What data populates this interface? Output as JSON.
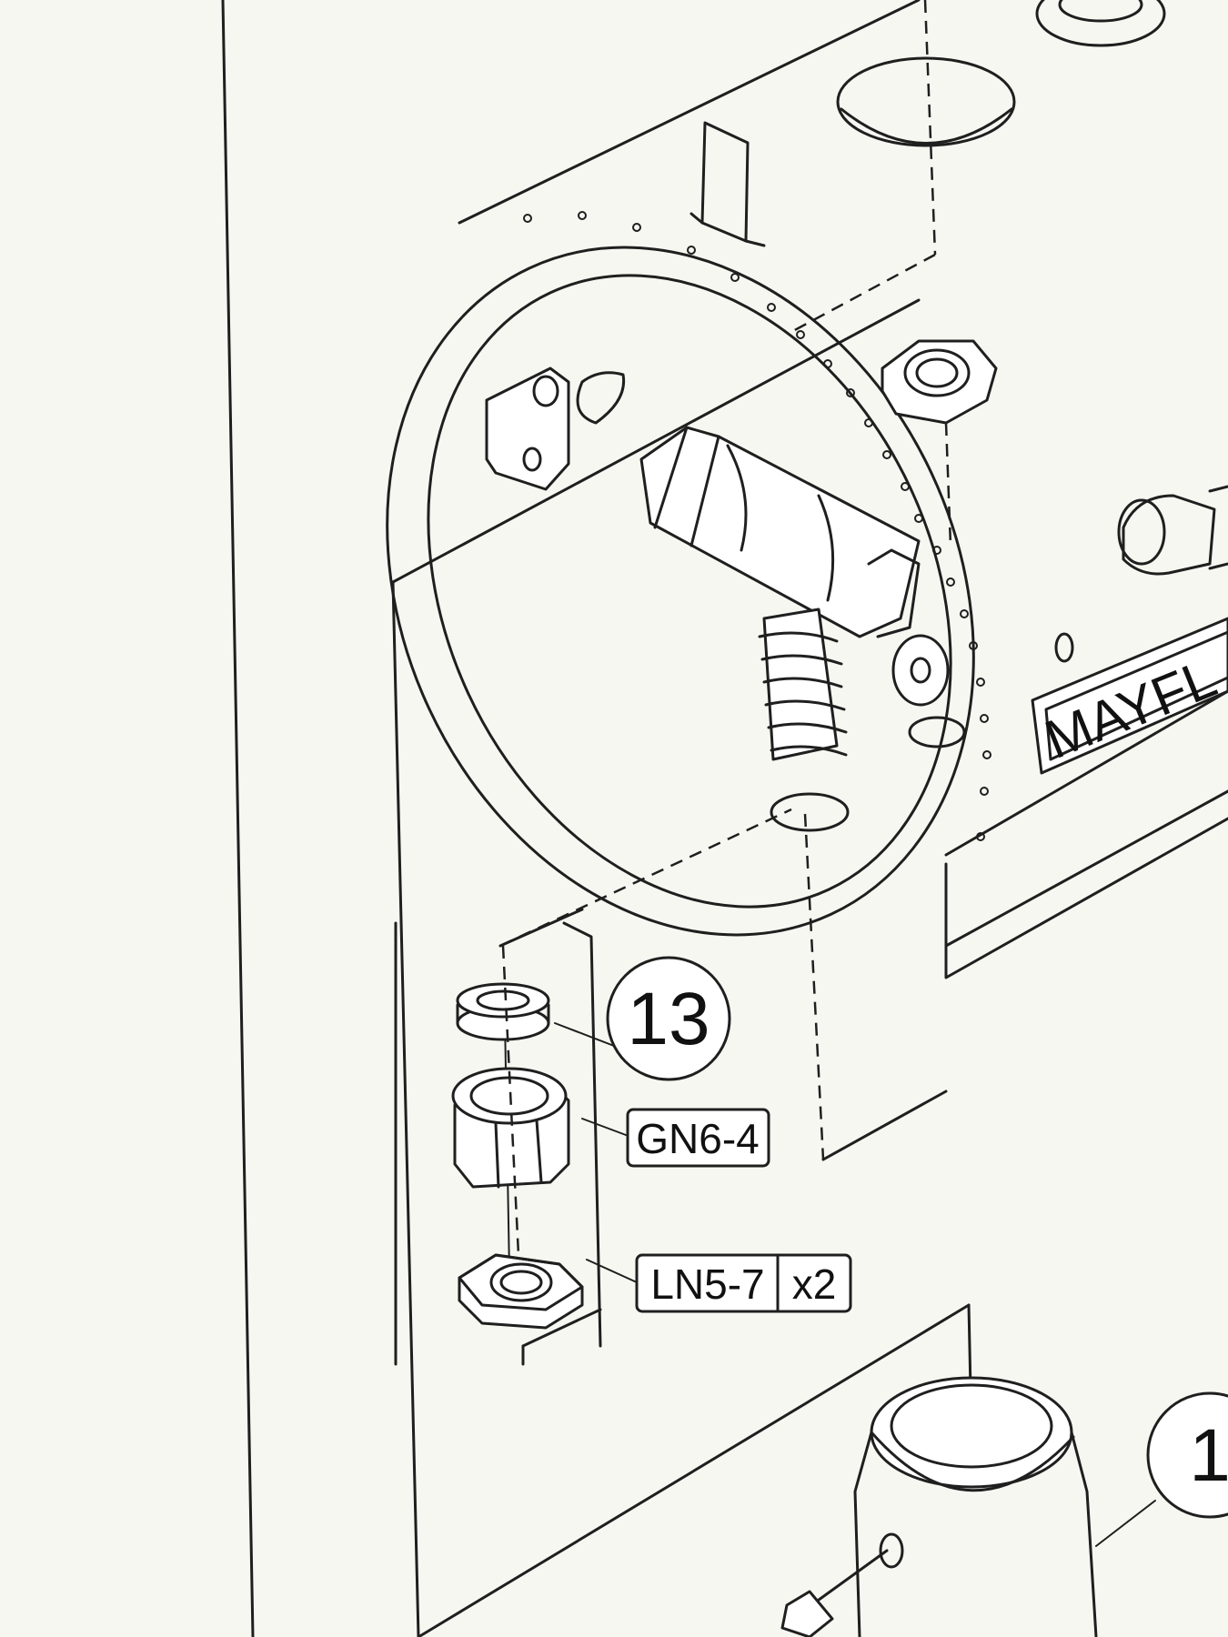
{
  "diagram": {
    "callouts": [
      {
        "id": "item-13",
        "text": "13"
      },
      {
        "id": "item-cut",
        "text": "1"
      }
    ],
    "part_labels": [
      {
        "id": "gn6-4",
        "code": "GN6-4",
        "qty": ""
      },
      {
        "id": "ln5-7",
        "code": "LN5-7",
        "qty": "x2"
      }
    ],
    "nameplate": {
      "text": "MAYFL"
    },
    "colors": {
      "ink": "#1f1f1f",
      "paper": "#f7f7f2"
    }
  }
}
